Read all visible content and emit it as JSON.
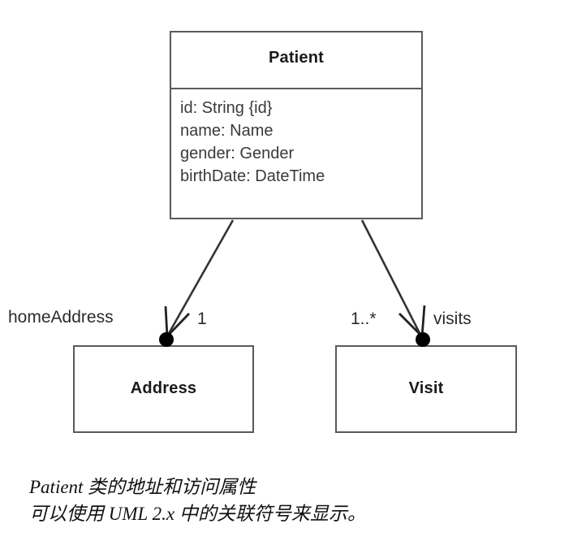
{
  "diagram": {
    "type": "uml-class-diagram",
    "classes": [
      {
        "id": "patient",
        "name": "Patient",
        "attributes": [
          "id: String {id}",
          "name: Name",
          "gender: Gender",
          "birthDate: DateTime"
        ]
      },
      {
        "id": "address",
        "name": "Address",
        "attributes": []
      },
      {
        "id": "visit",
        "name": "Visit",
        "attributes": []
      }
    ],
    "associations": [
      {
        "from": "patient",
        "to": "address",
        "role": "homeAddress",
        "multiplicity": "1",
        "end_marker": "filled-dot",
        "arrow": "open-arrow"
      },
      {
        "from": "patient",
        "to": "visit",
        "role": "visits",
        "multiplicity": "1..*",
        "end_marker": "filled-dot",
        "arrow": "open-arrow"
      }
    ],
    "colors": {
      "stroke": "#5a5a5a",
      "line": "#333333",
      "text": "#1a1a1a",
      "attribute_text": "#3a3a3a",
      "background": "#ffffff"
    }
  },
  "caption": {
    "line1": "Patient 类的地址和访问属性",
    "line2": "可以使用 UML 2.x 中的关联符号来显示。"
  }
}
